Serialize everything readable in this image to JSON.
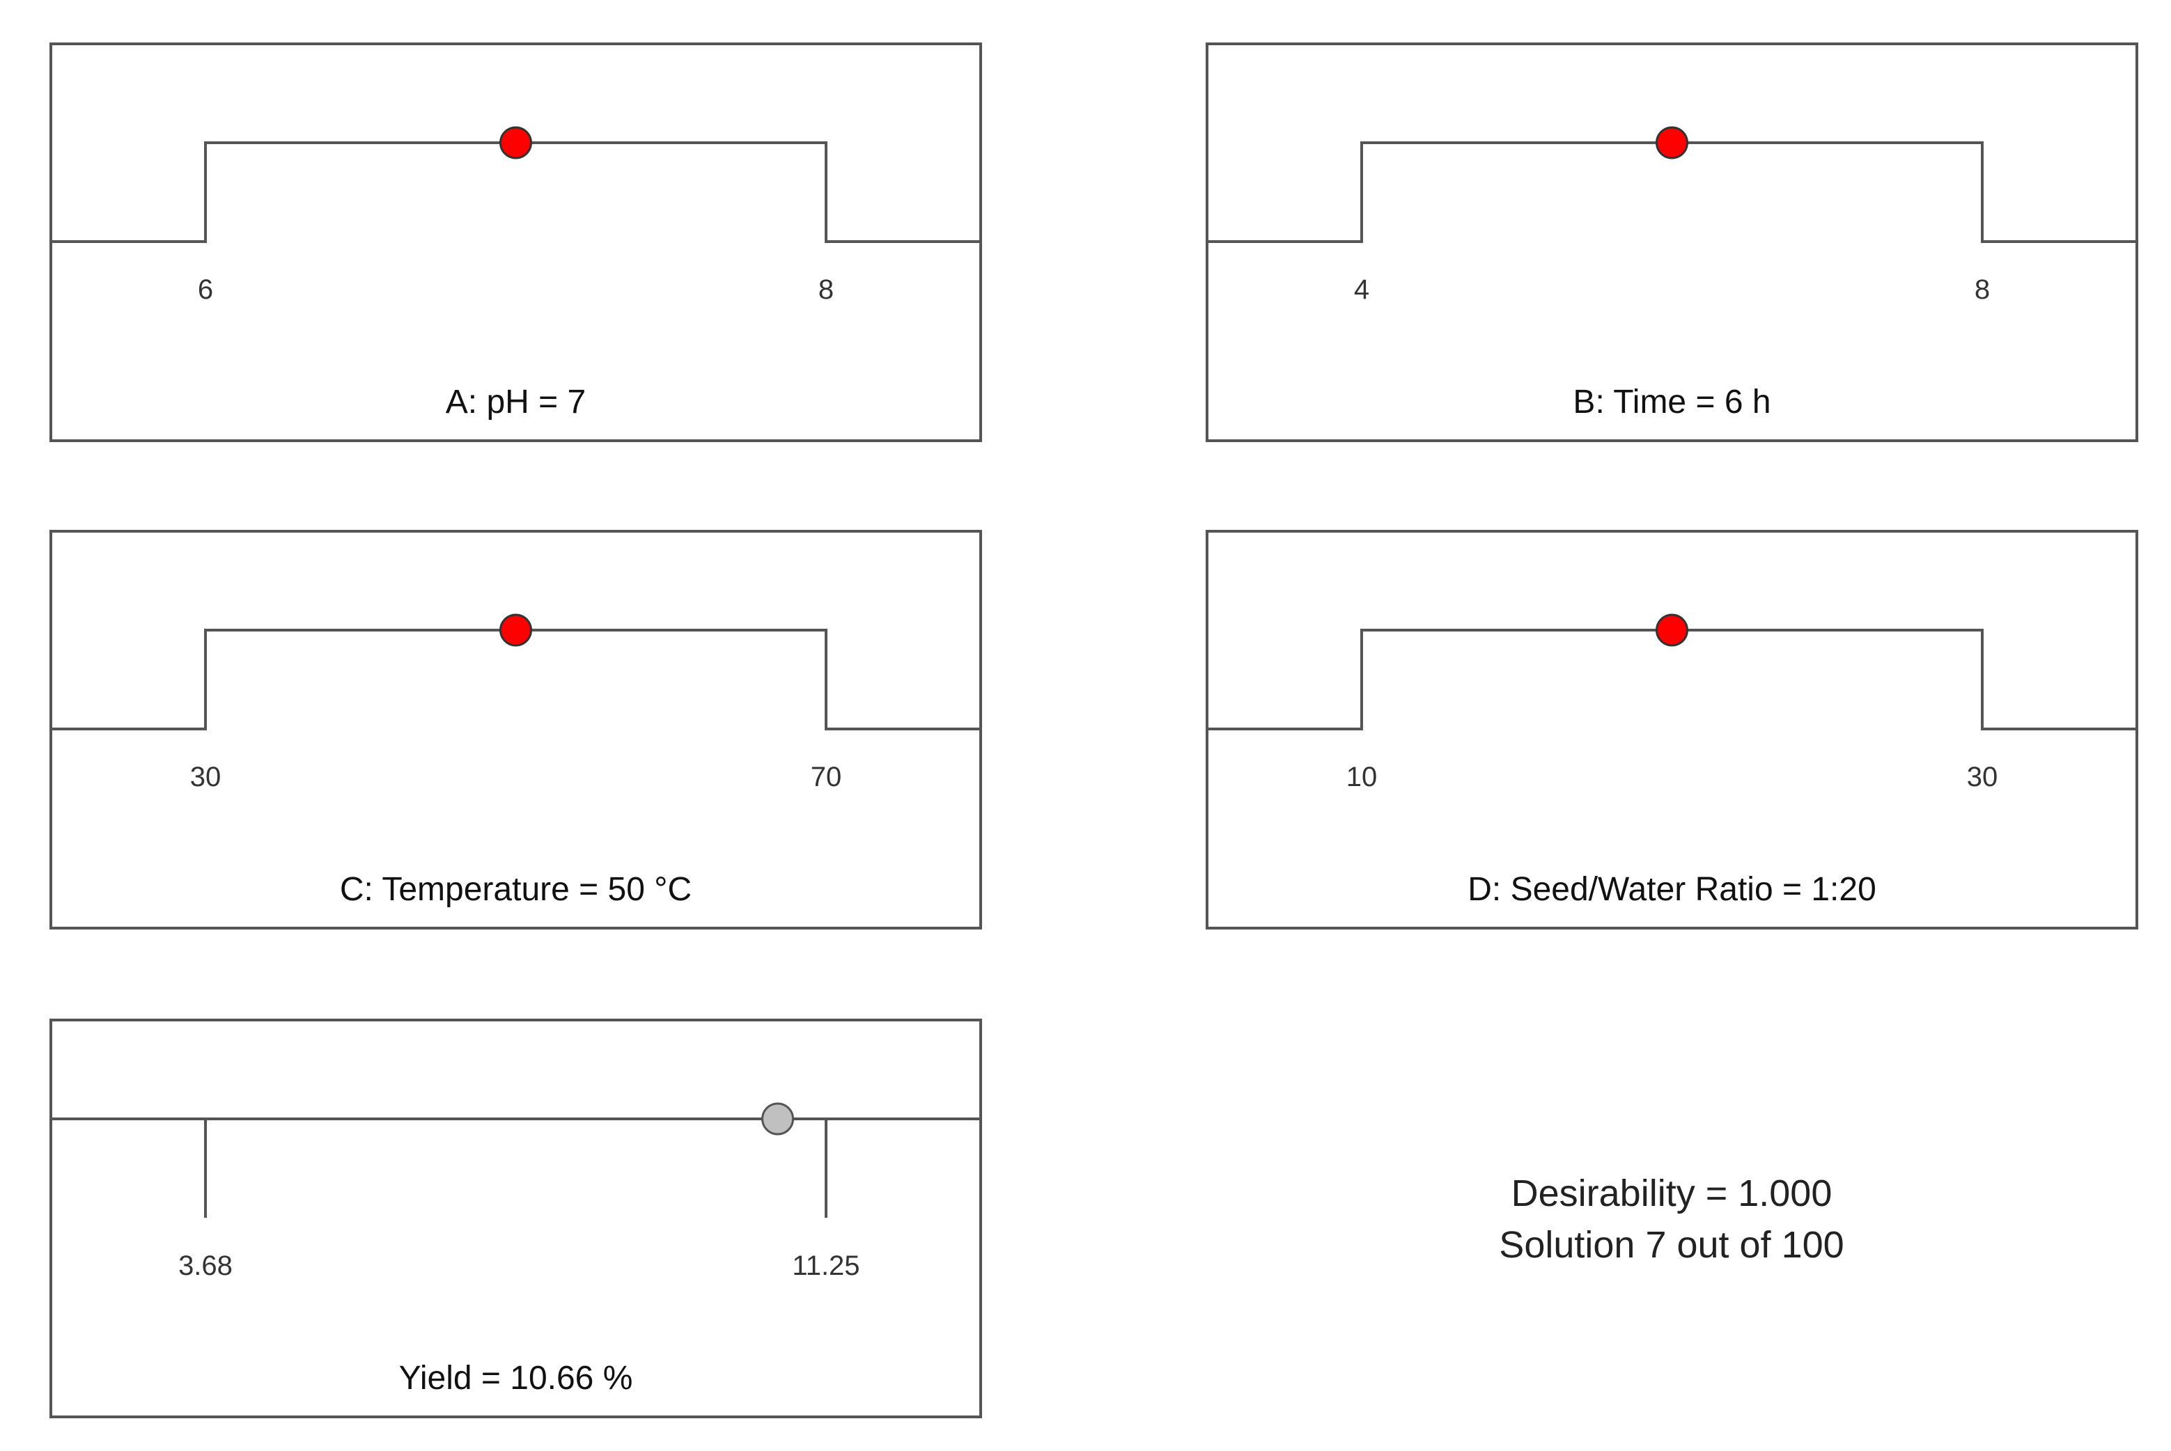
{
  "chart_data": [
    {
      "type": "line",
      "kind": "factor",
      "title": "A: pH = 7",
      "low": 6,
      "high": 8,
      "value": 7,
      "tick_labels": [
        "6",
        "8"
      ],
      "point_color": "#ff0000"
    },
    {
      "type": "line",
      "kind": "factor",
      "title": "B:  Time = 6 h",
      "low": 4,
      "high": 8,
      "value": 6,
      "tick_labels": [
        "4",
        "8"
      ],
      "point_color": "#ff0000"
    },
    {
      "type": "line",
      "kind": "factor",
      "title": "C:  Temperature = 50 °C",
      "low": 30,
      "high": 70,
      "value": 50,
      "tick_labels": [
        "30",
        "70"
      ],
      "point_color": "#ff0000"
    },
    {
      "type": "line",
      "kind": "factor",
      "title": "D:  Seed/Water Ratio = 1:20",
      "low": 10,
      "high": 30,
      "value": 20,
      "tick_labels": [
        "10",
        "30"
      ],
      "point_color": "#ff0000"
    },
    {
      "type": "line",
      "kind": "response",
      "title": "Yield = 10.66 %",
      "low": 3.68,
      "high": 11.25,
      "value": 10.66,
      "tick_labels": [
        "3.68",
        "11.25"
      ],
      "point_color": "#c0c0c0"
    }
  ],
  "summary": {
    "desirability": "Desirability = 1.000",
    "solution": "Solution 7 out of 100"
  }
}
